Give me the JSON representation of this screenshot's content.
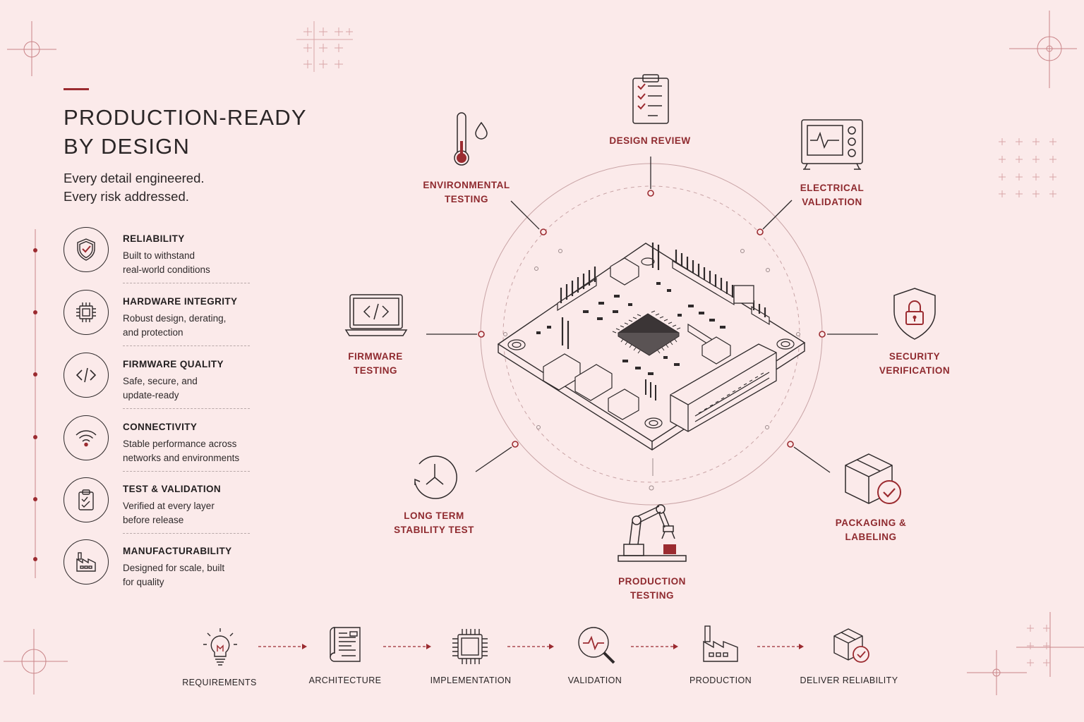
{
  "headline": {
    "line1": "PRODUCTION-READY",
    "line2": "BY DESIGN"
  },
  "tagline": {
    "line1": "Every detail engineered.",
    "line2": "Every risk addressed."
  },
  "features": [
    {
      "title": "RELIABILITY",
      "desc1": "Built to withstand",
      "desc2": "real-world conditions",
      "icon": "shield-check-icon"
    },
    {
      "title": "HARDWARE INTEGRITY",
      "desc1": "Robust design, derating,",
      "desc2": "and protection",
      "icon": "chip-icon"
    },
    {
      "title": "FIRMWARE QUALITY",
      "desc1": "Safe, secure, and",
      "desc2": "update-ready",
      "icon": "code-icon"
    },
    {
      "title": "CONNECTIVITY",
      "desc1": "Stable performance across",
      "desc2": "networks and environments",
      "icon": "wifi-icon"
    },
    {
      "title": "TEST & VALIDATION",
      "desc1": "Verified at every layer",
      "desc2": "before release",
      "icon": "clipboard-check-icon"
    },
    {
      "title": "MANUFACTURABILITY",
      "desc1": "Designed for scale, built",
      "desc2": "for quality",
      "icon": "factory-icon"
    }
  ],
  "wheel": {
    "design_review": {
      "line1": "DESIGN REVIEW",
      "line2": ""
    },
    "environmental": {
      "line1": "ENVIRONMENTAL",
      "line2": "TESTING"
    },
    "electrical": {
      "line1": "ELECTRICAL",
      "line2": "VALIDATION"
    },
    "firmware": {
      "line1": "FIRMWARE",
      "line2": "TESTING"
    },
    "security": {
      "line1": "SECURITY",
      "line2": "VERIFICATION"
    },
    "stability": {
      "line1": "LONG TERM",
      "line2": "STABILITY TEST"
    },
    "production": {
      "line1": "PRODUCTION",
      "line2": "TESTING"
    },
    "packaging": {
      "line1": "PACKAGING &",
      "line2": "LABELING"
    }
  },
  "process": [
    {
      "label": "REQUIREMENTS",
      "icon": "lightbulb-icon"
    },
    {
      "label": "ARCHITECTURE",
      "icon": "blueprint-icon"
    },
    {
      "label": "IMPLEMENTATION",
      "icon": "chip-icon"
    },
    {
      "label": "VALIDATION",
      "icon": "magnifier-pulse-icon"
    },
    {
      "label": "PRODUCTION",
      "icon": "factory-icon"
    },
    {
      "label": "DELIVER RELIABILITY",
      "icon": "package-check-icon"
    }
  ],
  "colors": {
    "background": "#fbeaea",
    "accent": "#9b2b30",
    "ink": "#2a2526"
  }
}
